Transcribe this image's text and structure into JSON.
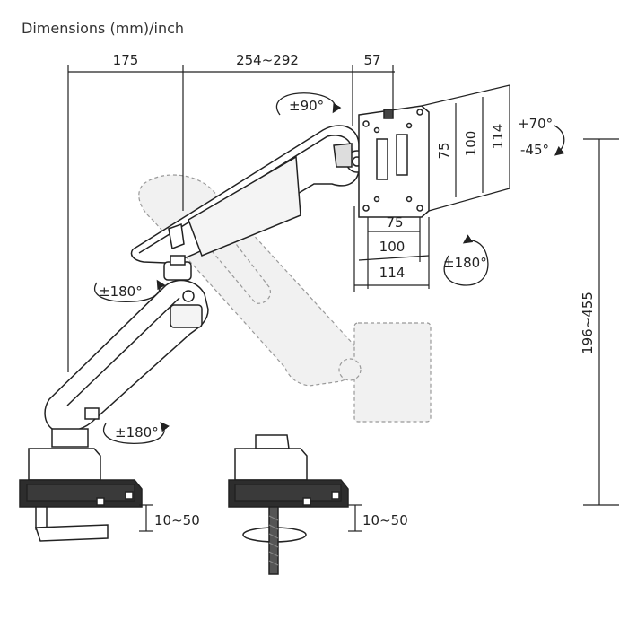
{
  "title": "Dimensions (mm)/inch",
  "dimensions": {
    "top_left": "175",
    "top_middle": "254~292",
    "top_right": "57",
    "plate_height_75": "75",
    "plate_height_100": "100",
    "plate_height_114": "114",
    "plate_width_75": "75",
    "plate_width_100": "100",
    "plate_width_114": "114",
    "height_range": "196~455",
    "clamp_thickness_left": "10~50",
    "clamp_thickness_right": "10~50"
  },
  "rotations": {
    "swivel_top": "±90°",
    "tilt_up": "+70°",
    "tilt_down": "-45°",
    "rotate_plate": "±180°",
    "rotate_elbow": "±180°",
    "rotate_base": "±180°"
  }
}
